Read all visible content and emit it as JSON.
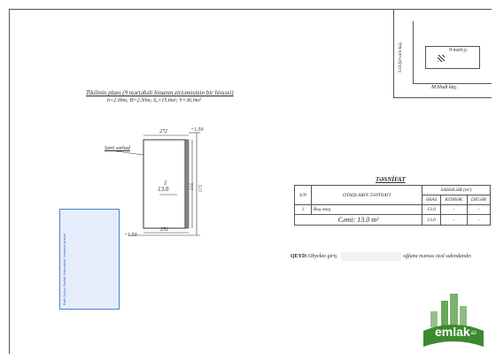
{
  "plan": {
    "title": "Tikilinin planı (9 mərtəbəli binanın zirzəmisinin bir hissəsi)",
    "params": "h=2.00m; H=2.30m; S₀=15.6m²; V=36.0m³",
    "section_label": "Şərti sərhəd",
    "room_number": "1",
    "room_area": "13.0",
    "dim_top": "272",
    "dim_bottom": "252",
    "dim_right_inner": "515",
    "dim_right_outer": "575",
    "level_top": "+1.50",
    "level_bottom": "+1.50"
  },
  "location": {
    "street_vertical": "S.O.Şirvani küç.",
    "street_horizontal": "M.Hadi küç.",
    "building": "9 mərt.y."
  },
  "stamp": {
    "text": "Bakı Şəhər Əmlak Xidmətinin Yasamal şöbəsi"
  },
  "table": {
    "title": "TƏSNİFAT",
    "col_no": "S/N",
    "col_name": "OTAQLARIN TƏYİNATI",
    "col_areas": "SAHƏLƏR (m²)",
    "col_esas": "ƏSAS",
    "col_komek": "KÖMƏK",
    "col_diger": "DİGƏR",
    "row": {
      "no": "1",
      "name": "Boş otaq",
      "esas": "13.0",
      "komek": "-",
      "diger": "-"
    },
    "total_label": "Cəmi:",
    "total_value": "13.0 m²",
    "total_esas": "13.0",
    "total_komek": "-",
    "total_diger": "-"
  },
  "note": {
    "label": "QEYD:",
    "text_start": "Obyekto giriş",
    "text_end": "oğluna məxsus özəl sakındandır."
  },
  "logo": {
    "word": "emlak",
    "suffix": ".az"
  }
}
